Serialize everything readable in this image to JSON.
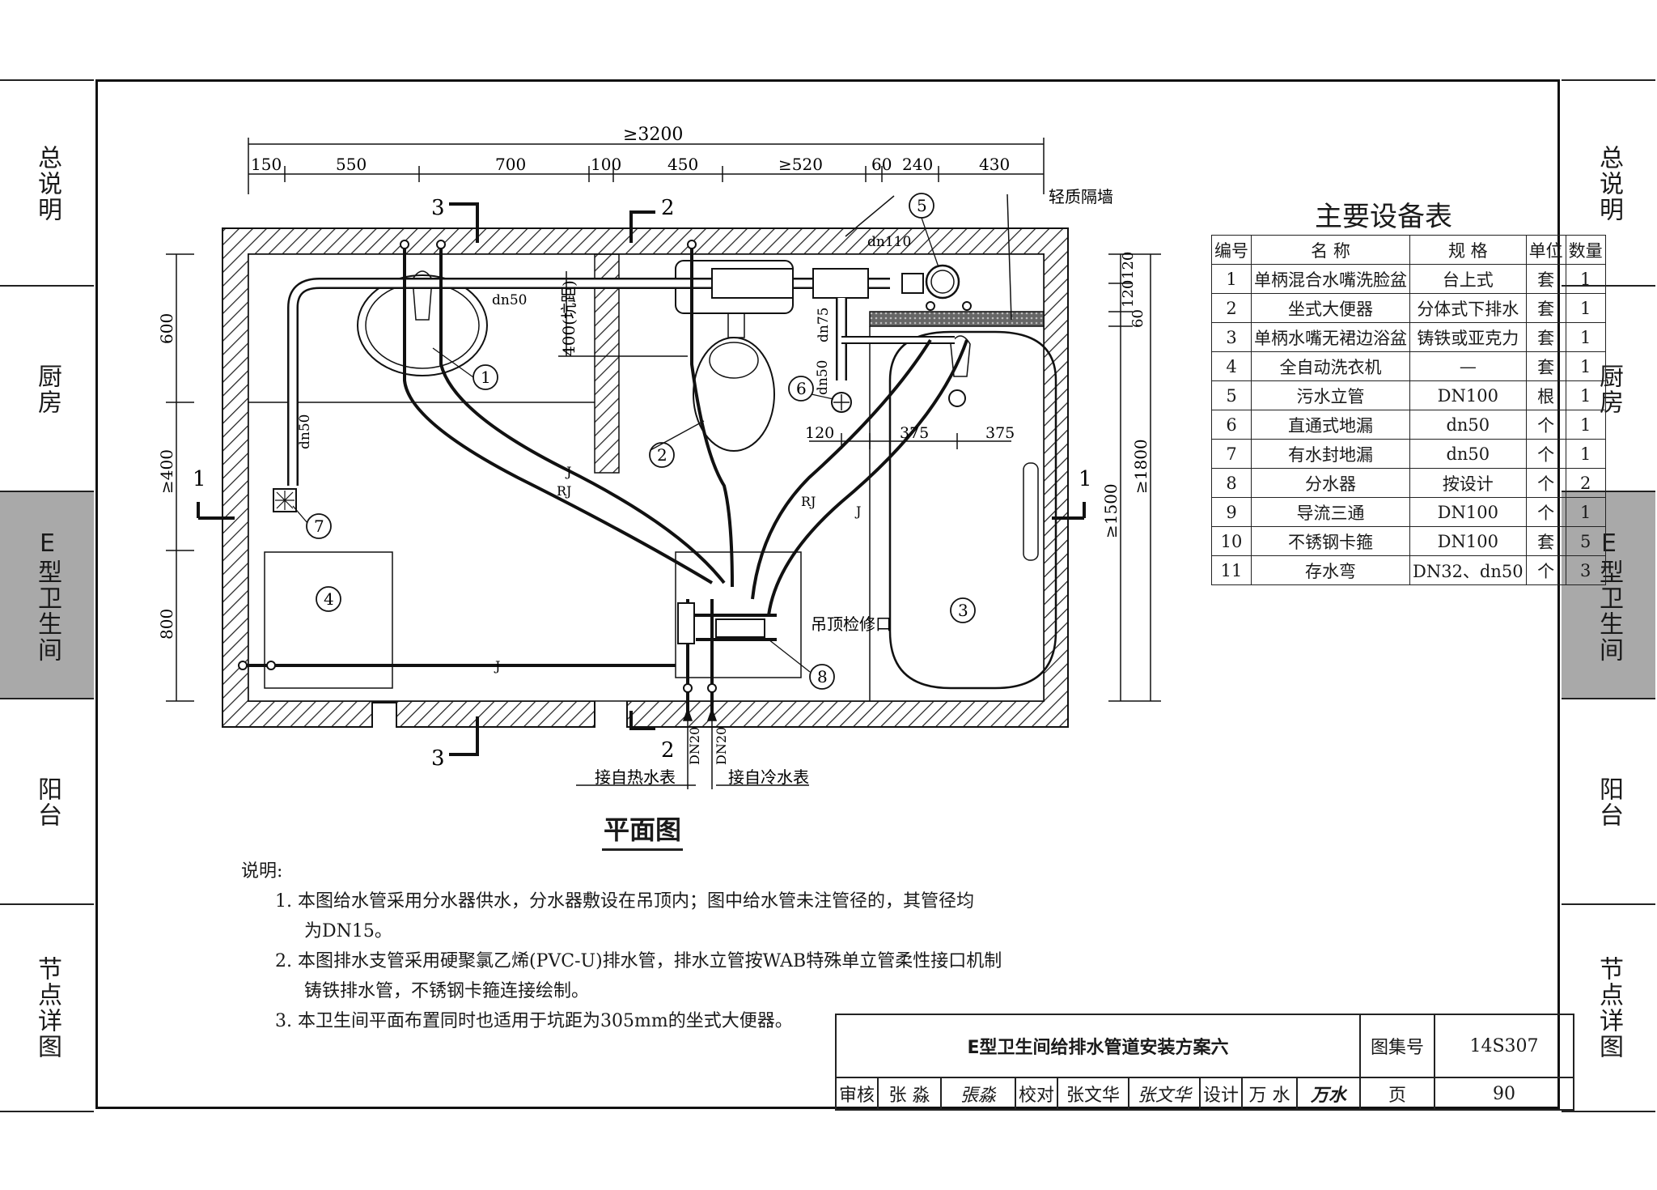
{
  "side_tabs_left": [
    "总说明",
    "厨房",
    "E型卫生间",
    "阳台",
    "节点详图"
  ],
  "side_tabs_right": [
    "总说明",
    "厨房",
    "E型卫生间",
    "阳台",
    "节点详图"
  ],
  "active_tab": "E型卫生间",
  "dimensions": {
    "overall": "≥3200",
    "segments": [
      "150",
      "550",
      "700",
      "100",
      "450",
      "≥520",
      "60",
      "240",
      "430"
    ],
    "left": [
      "600",
      "≥400",
      "800"
    ],
    "right": [
      "120",
      "120",
      "60",
      "≥1500",
      "≥1800"
    ],
    "fixture": [
      "120",
      "375",
      "375"
    ],
    "pit": "400(坑距)"
  },
  "section_marks": [
    "3",
    "2",
    "1",
    "1",
    "3",
    "2"
  ],
  "pipe_labels": {
    "dn50_basin": "dn50",
    "dn50_vertical": "dn50",
    "dn110": "dn110",
    "dn75": "dn75",
    "dn50_drain": "dn50",
    "J": "J",
    "RJ": "RJ",
    "DN20": "DN20"
  },
  "callouts": [
    "1",
    "2",
    "3",
    "4",
    "5",
    "6",
    "7",
    "8"
  ],
  "annotations": {
    "wall": "轻质隔墙",
    "access": "吊顶检修口",
    "hot": "接自热水表",
    "cold": "接自冷水表"
  },
  "plan_caption": "平面图",
  "table": {
    "title": "主要设备表",
    "headers": [
      "编号",
      "名 称",
      "规 格",
      "单位",
      "数量"
    ],
    "rows": [
      [
        "1",
        "单柄混合水嘴洗脸盆",
        "台上式",
        "套",
        "1"
      ],
      [
        "2",
        "坐式大便器",
        "分体式下排水",
        "套",
        "1"
      ],
      [
        "3",
        "单柄水嘴无裙边浴盆",
        "铸铁或亚克力",
        "套",
        "1"
      ],
      [
        "4",
        "全自动洗衣机",
        "—",
        "套",
        "1"
      ],
      [
        "5",
        "污水立管",
        "DN100",
        "根",
        "1"
      ],
      [
        "6",
        "直通式地漏",
        "dn50",
        "个",
        "1"
      ],
      [
        "7",
        "有水封地漏",
        "dn50",
        "个",
        "1"
      ],
      [
        "8",
        "分水器",
        "按设计",
        "个",
        "2"
      ],
      [
        "9",
        "导流三通",
        "DN100",
        "个",
        "1"
      ],
      [
        "10",
        "不锈钢卡箍",
        "DN100",
        "套",
        "5"
      ],
      [
        "11",
        "存水弯",
        "DN32、dn50",
        "个",
        "3"
      ]
    ]
  },
  "notes": {
    "heading": "说明:",
    "items": [
      "1. 本图给水管采用分水器供水，分水器敷设在吊顶内；图中给水管未注管径的，其管径均",
      "为DN15。",
      "2. 本图排水支管采用硬聚氯乙烯(PVC-U)排水管，排水立管按WAB特殊单立管柔性接口机制",
      "铸铁排水管，不锈钢卡箍连接绘制。",
      "3. 本卫生间平面布置同时也适用于坑距为305mm的坐式大便器。"
    ]
  },
  "title_block": {
    "title": "E型卫生间给排水管道安装方案六",
    "atlas_label": "图集号",
    "atlas_no": "14S307",
    "review_label": "审核",
    "review_name": "张 淼",
    "review_sign": "張淼",
    "check_label": "校对",
    "check_name": "张文华",
    "check_sign": "张文华",
    "design_label": "设计",
    "design_name": "万 水",
    "design_sign": "万水",
    "page_label": "页",
    "page_no": "90"
  }
}
